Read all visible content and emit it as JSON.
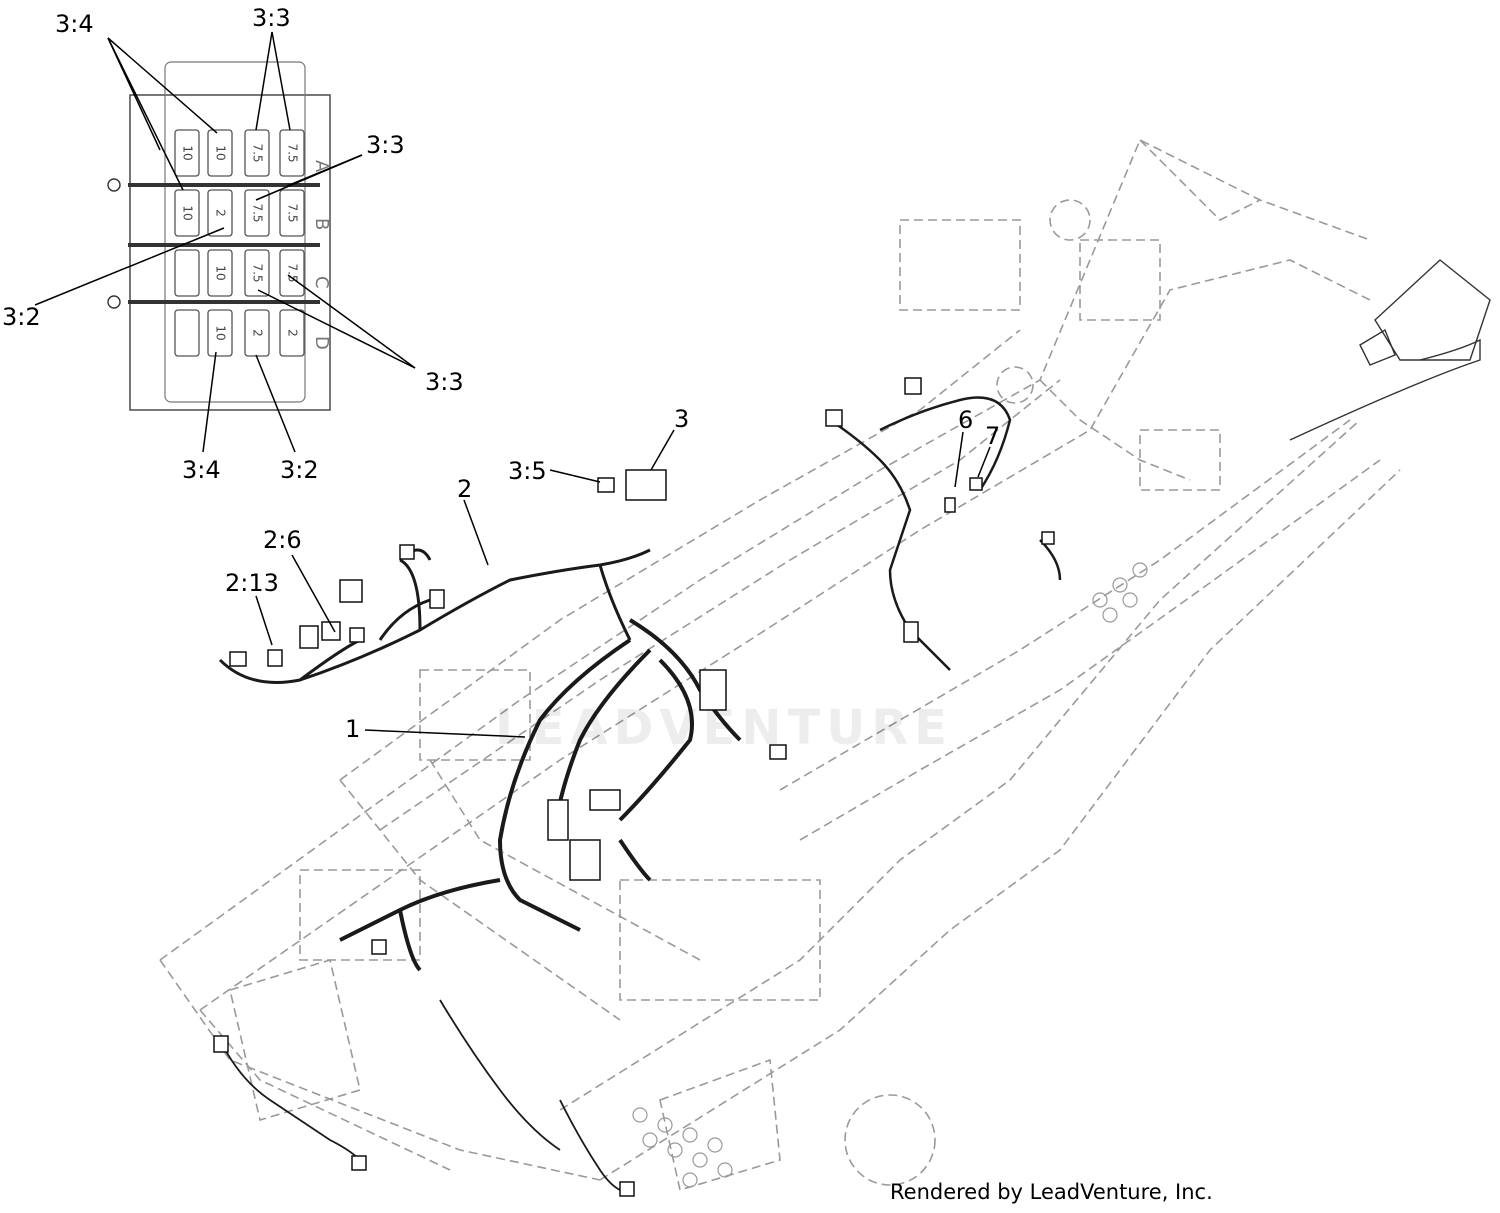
{
  "callouts": {
    "c_3_4_top": "3:4",
    "c_3_3_top": "3:3",
    "c_3_3_right": "3:3",
    "c_3_2_left": "3:2",
    "c_3_3_lower": "3:3",
    "c_3_4_bottom": "3:4",
    "c_3_2_bottom": "3:2",
    "c_3": "3",
    "c_3_5": "3:5",
    "c_2": "2",
    "c_2_6": "2:6",
    "c_2_13": "2:13",
    "c_1": "1",
    "c_6": "6",
    "c_7": "7"
  },
  "fuse_block": {
    "row_letters": [
      "A",
      "B",
      "C",
      "D"
    ],
    "rows": [
      [
        "10",
        "10",
        "7.5",
        "7.5"
      ],
      [
        "10",
        "2",
        "7.5",
        "7.5"
      ],
      [
        "",
        "10",
        "7.5",
        "7.5"
      ],
      [
        "",
        "10",
        "2",
        "2"
      ]
    ]
  },
  "credit": "Rendered by LeadVenture, Inc.",
  "watermark": "LEADVENTURE",
  "colors": {
    "line": "#000000",
    "frame": "#9a9a9a",
    "harness": "#1a1a1a"
  }
}
